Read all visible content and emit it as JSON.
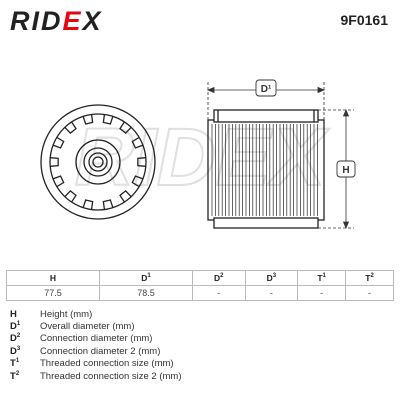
{
  "header": {
    "brand": "RIDEX",
    "part_number": "9F0161"
  },
  "drawing": {
    "watermark": "RIDEX",
    "dim_label_diameter": "D¹",
    "dim_label_height": "H"
  },
  "table": {
    "headers": [
      {
        "base": "H",
        "sup": ""
      },
      {
        "base": "D",
        "sup": "1"
      },
      {
        "base": "D",
        "sup": "2"
      },
      {
        "base": "D",
        "sup": "3"
      },
      {
        "base": "T",
        "sup": "1"
      },
      {
        "base": "T",
        "sup": "2"
      }
    ],
    "values": [
      "77.5",
      "78.5",
      "-",
      "-",
      "-",
      "-"
    ]
  },
  "legend": [
    {
      "key": "H",
      "sup": "",
      "desc": "Height (mm)"
    },
    {
      "key": "D",
      "sup": "1",
      "desc": "Overall diameter (mm)"
    },
    {
      "key": "D",
      "sup": "2",
      "desc": "Connection diameter (mm)"
    },
    {
      "key": "D",
      "sup": "3",
      "desc": "Connection diameter 2 (mm)"
    },
    {
      "key": "T",
      "sup": "1",
      "desc": "Threaded connection size (mm)"
    },
    {
      "key": "T",
      "sup": "2",
      "desc": "Threaded connection size 2 (mm)"
    }
  ],
  "colors": {
    "brand_accent": "#e30613",
    "line": "#222222",
    "dim_line": "#333333"
  }
}
